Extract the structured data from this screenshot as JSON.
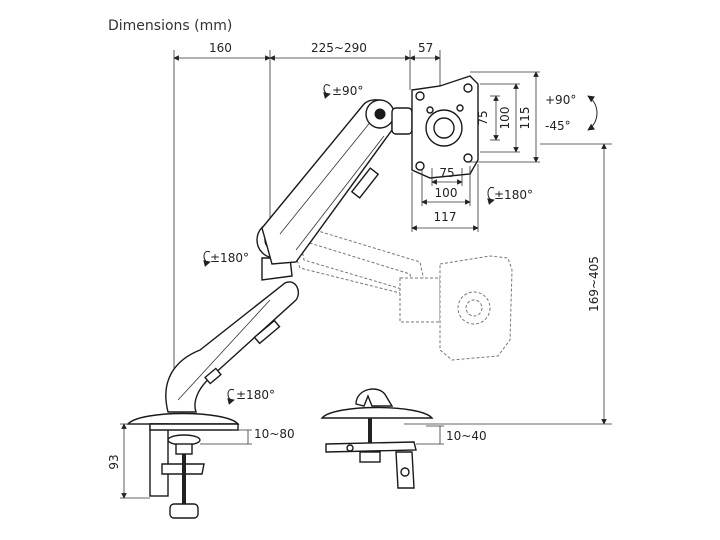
{
  "title": "Dimensions (mm)",
  "dimensions": {
    "arm_base_offset": "160",
    "arm_reach": "225~290",
    "vesa_offset": "57",
    "vesa_inner_h": "75",
    "vesa_outer_h": "100",
    "plate_h": "115",
    "vesa_inner_w": "75",
    "vesa_outer_w": "100",
    "plate_w": "117",
    "height_range": "169~405",
    "clamp_height": "93",
    "clamp_range": "10~80",
    "grommet_range": "10~40"
  },
  "rotations": {
    "top_swivel": "±90°",
    "tilt_up": "+90°",
    "tilt_down": "-45°",
    "plate_rotate": "±180°",
    "elbow_rotate": "±180°",
    "base_rotate": "±180°"
  },
  "colors": {
    "line": "#1a1a1a",
    "ghost": "#777777"
  }
}
